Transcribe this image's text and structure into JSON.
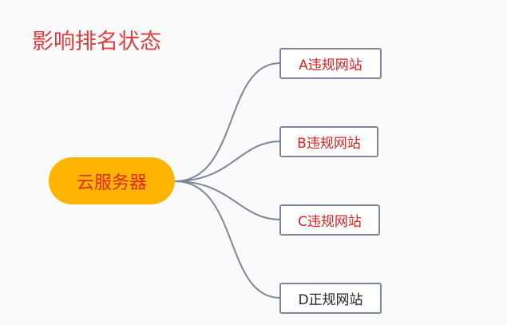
{
  "title": "影响排名状态",
  "root": {
    "label": "云服务器",
    "fill_color": "#ffb400",
    "text_color": "#e0281c"
  },
  "children": [
    {
      "label": "A违规网站",
      "text_color": "#d92020"
    },
    {
      "label": "B违规网站",
      "text_color": "#d92020"
    },
    {
      "label": "C违规网站",
      "text_color": "#d92020"
    },
    {
      "label": "D正规网站",
      "text_color": "#222222"
    }
  ],
  "colors": {
    "title": "#e03e3e",
    "connector": "#7b8799",
    "node_border": "#7b8799",
    "background": "#fafafa"
  }
}
